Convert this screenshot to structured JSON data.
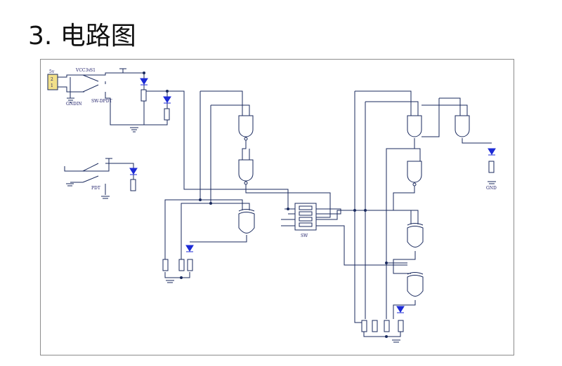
{
  "title": "3. 电路图",
  "labels": {
    "v5": "5v",
    "vcc": "VCC3v",
    "s1": "S1",
    "swdpdt": "SW-DPDT",
    "gndin": "GNDIN",
    "gnd": "GND",
    "sw": "SW",
    "pdt": "PDT"
  },
  "colors": {
    "wire": "#1a2a5e",
    "led": "#1d2bd6",
    "connector": "#f2e08a"
  }
}
